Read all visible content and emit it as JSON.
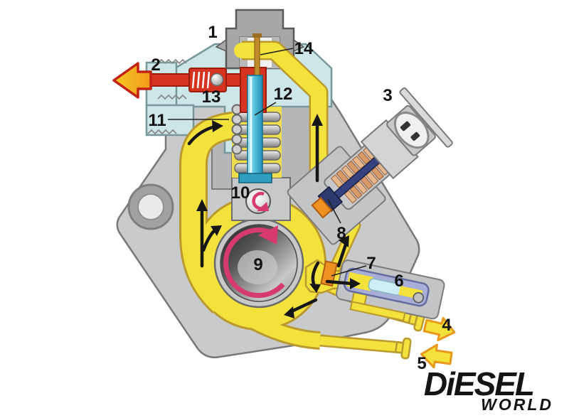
{
  "diagram": {
    "type": "diesel-injection-pump-cutaway",
    "callouts": [
      {
        "num": "1"
      },
      {
        "num": "2"
      },
      {
        "num": "3"
      },
      {
        "num": "4"
      },
      {
        "num": "5"
      },
      {
        "num": "6"
      },
      {
        "num": "7"
      },
      {
        "num": "8"
      },
      {
        "num": "9"
      },
      {
        "num": "10"
      },
      {
        "num": "11"
      },
      {
        "num": "12"
      },
      {
        "num": "13"
      },
      {
        "num": "14"
      }
    ]
  },
  "logo": {
    "line1": "DiESEL",
    "line2": "WORLD"
  },
  "colors": {
    "fuel_yellow": "#f3e13c",
    "fuel_outline": "#ba9a2e",
    "high_pressure_red": "#d63421",
    "housing_blue": "#cde6e7",
    "body_gray": "#c9cacb",
    "plunger_cyan": "#5cc3de",
    "accent_orange": "#ef9122",
    "rotation_pink": "#d63a6e",
    "valve_periwinkle": "#a9aed6",
    "solenoid_coil_tan": "#e0ac7c",
    "logo_black": "#141414"
  }
}
